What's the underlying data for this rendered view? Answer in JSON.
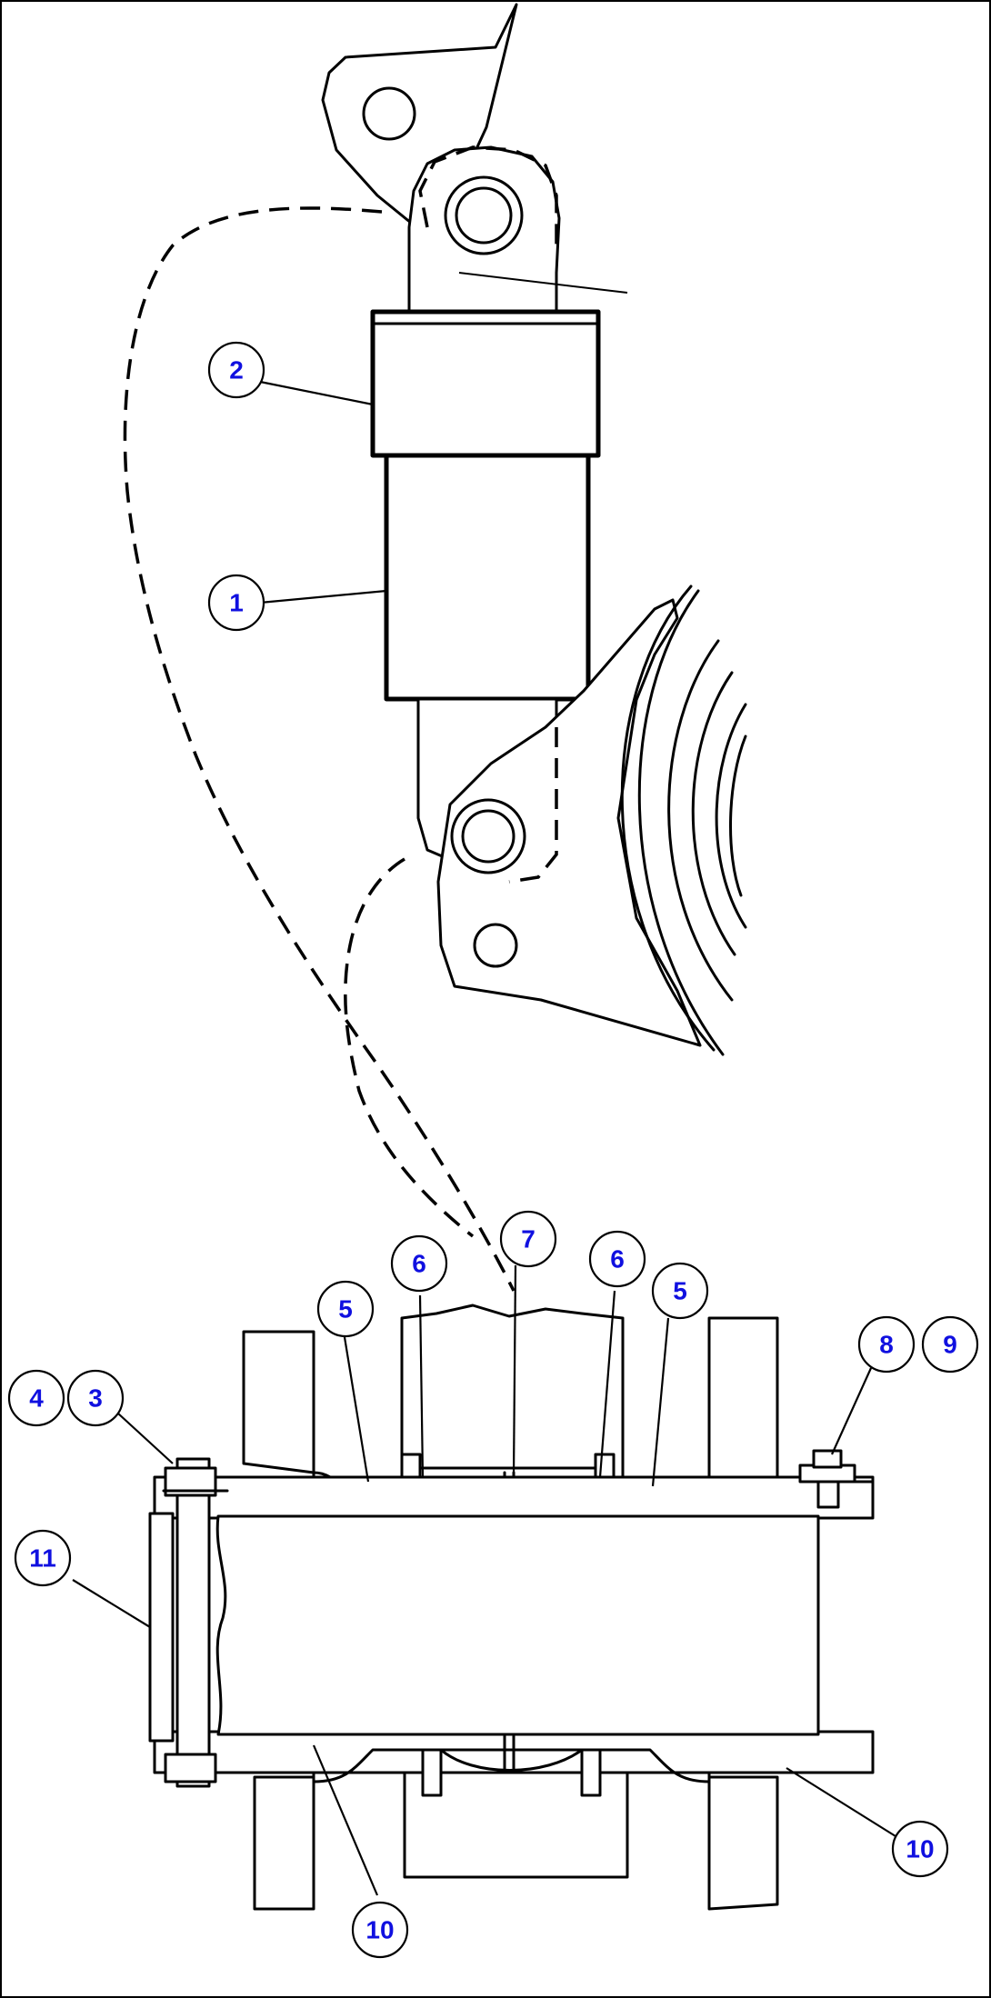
{
  "callouts": {
    "c1": "1",
    "c2": "2",
    "c3": "3",
    "c4": "4",
    "c5a": "5",
    "c5b": "5",
    "c6a": "6",
    "c6b": "6",
    "c7": "7",
    "c8": "8",
    "c9": "9",
    "c10a": "10",
    "c10b": "10",
    "c11": "11"
  },
  "colors": {
    "callout_text": "#1010e0",
    "line": "#000000",
    "background": "#ffffff"
  }
}
